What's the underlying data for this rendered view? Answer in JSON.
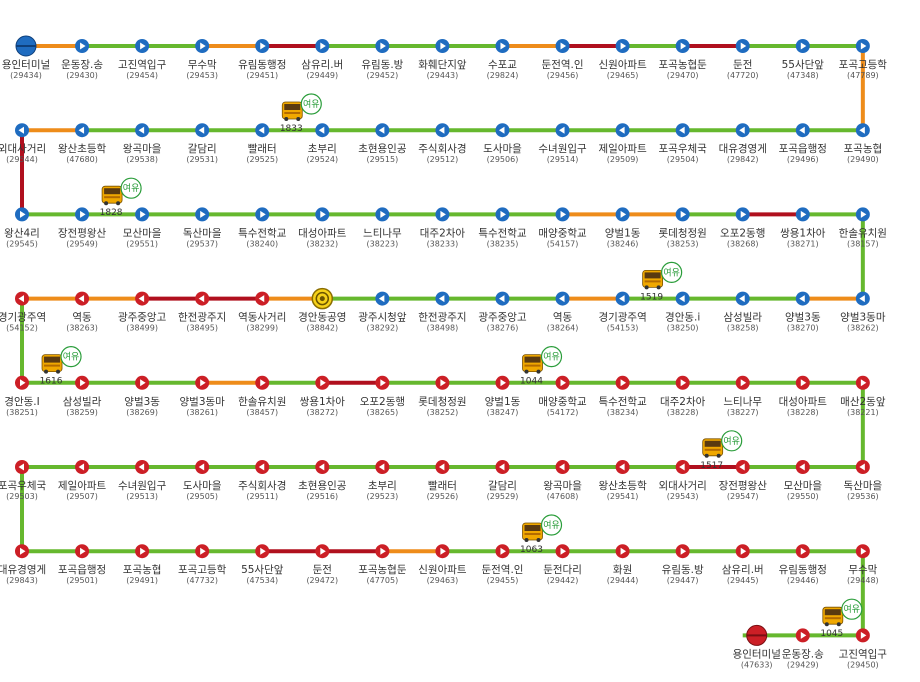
{
  "colors": {
    "green": "#66b82e",
    "orange": "#ee8c1a",
    "red": "#b0101e",
    "stop_blue": "#1f6cc0",
    "stop_red": "#cc1f26",
    "bus_body": "#f0a800",
    "tag_green": "#2a9d3a"
  },
  "rows": [
    {
      "direction": "right",
      "stops": [
        {
          "name": "용인터미널",
          "id": "(29434)",
          "type": "terminal"
        },
        {
          "name": "운동장.송",
          "id": "(29430)"
        },
        {
          "name": "고진역입구",
          "id": "(29454)"
        },
        {
          "name": "무수막",
          "id": "(29453)"
        },
        {
          "name": "유림동행정",
          "id": "(29451)"
        },
        {
          "name": "삼유리.버",
          "id": "(29449)"
        },
        {
          "name": "유림동.방",
          "id": "(29452)"
        },
        {
          "name": "화훼단지앞",
          "id": "(29443)"
        },
        {
          "name": "수포교",
          "id": "(29824)"
        },
        {
          "name": "둔전역.인",
          "id": "(29456)"
        },
        {
          "name": "신원아파트",
          "id": "(29465)"
        },
        {
          "name": "포곡농협둔",
          "id": "(29470)"
        },
        {
          "name": "둔전",
          "id": "(47720)"
        },
        {
          "name": "55사단앞",
          "id": "(47348)"
        },
        {
          "name": "포곡고등학",
          "id": "(47789)"
        }
      ],
      "segments": [
        "orange",
        "green",
        "green",
        "orange",
        "red",
        "green",
        "green",
        "green",
        "orange",
        "red",
        "green",
        "red",
        "green",
        "green"
      ]
    },
    {
      "direction": "left",
      "stops": [
        {
          "name": "외대사거리",
          "id": "(29544)"
        },
        {
          "name": "왕산초등학",
          "id": "(47680)"
        },
        {
          "name": "왕곡마을",
          "id": "(29538)"
        },
        {
          "name": "갈담리",
          "id": "(29531)"
        },
        {
          "name": "빨래터",
          "id": "(29525)"
        },
        {
          "name": "초부리",
          "id": "(29524)"
        },
        {
          "name": "초현용인공",
          "id": "(29515)"
        },
        {
          "name": "주식회사경",
          "id": "(29512)"
        },
        {
          "name": "도사마을",
          "id": "(29506)"
        },
        {
          "name": "수녀원입구",
          "id": "(29514)"
        },
        {
          "name": "제일아파트",
          "id": "(29509)"
        },
        {
          "name": "포곡우체국",
          "id": "(29504)"
        },
        {
          "name": "대유경영게",
          "id": "(29842)"
        },
        {
          "name": "포곡읍행정",
          "id": "(29496)"
        },
        {
          "name": "포곡농협",
          "id": "(29490)"
        }
      ],
      "segments": [
        "orange",
        "green",
        "green",
        "green",
        "green",
        "green",
        "green",
        "green",
        "green",
        "green",
        "green",
        "green",
        "green",
        "green"
      ]
    },
    {
      "direction": "right",
      "stops": [
        {
          "name": "왕산4리",
          "id": "(29545)"
        },
        {
          "name": "장전평왕산",
          "id": "(29549)"
        },
        {
          "name": "모산마을",
          "id": "(29551)"
        },
        {
          "name": "독산마을",
          "id": "(29537)"
        },
        {
          "name": "특수전학교",
          "id": "(38240)"
        },
        {
          "name": "대성아파트",
          "id": "(38232)"
        },
        {
          "name": "느티나무",
          "id": "(38223)"
        },
        {
          "name": "대주2차아",
          "id": "(38233)"
        },
        {
          "name": "특수전학교",
          "id": "(38235)"
        },
        {
          "name": "매양중학교",
          "id": "(54157)"
        },
        {
          "name": "양벌1동",
          "id": "(38246)"
        },
        {
          "name": "롯데청정원",
          "id": "(38253)"
        },
        {
          "name": "오포2동행",
          "id": "(38268)"
        },
        {
          "name": "쌍용1차아",
          "id": "(38271)"
        },
        {
          "name": "한솔유치원",
          "id": "(38157)"
        }
      ],
      "segments": [
        "green",
        "green",
        "green",
        "green",
        "green",
        "green",
        "green",
        "green",
        "green",
        "orange",
        "orange",
        "green",
        "red",
        "green"
      ]
    },
    {
      "direction": "left",
      "stops": [
        {
          "name": "경기광주역",
          "id": "(54152)",
          "type": "red"
        },
        {
          "name": "역동",
          "id": "(38263)",
          "type": "red"
        },
        {
          "name": "광주중앙고",
          "id": "(38499)",
          "type": "red"
        },
        {
          "name": "한전광주지",
          "id": "(38495)",
          "type": "red"
        },
        {
          "name": "역동사거리",
          "id": "(38299)",
          "type": "red"
        },
        {
          "name": "경안동공영",
          "id": "(38842)",
          "type": "turn"
        },
        {
          "name": "광주시청앞",
          "id": "(38292)"
        },
        {
          "name": "한전광주지",
          "id": "(38498)"
        },
        {
          "name": "광주중앙고",
          "id": "(38276)"
        },
        {
          "name": "역동",
          "id": "(38264)"
        },
        {
          "name": "경기광주역",
          "id": "(54153)"
        },
        {
          "name": "경안동.i",
          "id": "(38250)"
        },
        {
          "name": "삼성빌라",
          "id": "(38258)"
        },
        {
          "name": "양벌3동",
          "id": "(38270)"
        },
        {
          "name": "양벌3동마",
          "id": "(38262)"
        }
      ],
      "segments": [
        "orange",
        "orange",
        "red",
        "red",
        "orange",
        "green",
        "green",
        "green",
        "green",
        "orange",
        "green",
        "green",
        "green",
        "orange"
      ]
    },
    {
      "direction": "right",
      "stops": [
        {
          "name": "경안동.I",
          "id": "(38251)",
          "type": "red"
        },
        {
          "name": "삼성빌라",
          "id": "(38259)",
          "type": "red"
        },
        {
          "name": "양벌3동",
          "id": "(38269)",
          "type": "red"
        },
        {
          "name": "양벌3동마",
          "id": "(38261)",
          "type": "red"
        },
        {
          "name": "한솔유치원",
          "id": "(38457)",
          "type": "red"
        },
        {
          "name": "쌍용1차아",
          "id": "(38272)",
          "type": "red"
        },
        {
          "name": "오포2동행",
          "id": "(38265)",
          "type": "red"
        },
        {
          "name": "롯데청정원",
          "id": "(38252)",
          "type": "red"
        },
        {
          "name": "양벌1동",
          "id": "(38247)",
          "type": "red"
        },
        {
          "name": "매양중학교",
          "id": "(54172)",
          "type": "red"
        },
        {
          "name": "특수전학교",
          "id": "(38234)",
          "type": "red"
        },
        {
          "name": "대주2차아",
          "id": "(38228)",
          "type": "red"
        },
        {
          "name": "느티나무",
          "id": "(38227)",
          "type": "red"
        },
        {
          "name": "대성아파트",
          "id": "(38228)",
          "type": "red"
        },
        {
          "name": "매산2동앞",
          "id": "(38221)",
          "type": "red"
        }
      ],
      "segments": [
        "green",
        "green",
        "green",
        "orange",
        "green",
        "red",
        "green",
        "green",
        "green",
        "green",
        "green",
        "green",
        "green",
        "green"
      ]
    },
    {
      "direction": "left",
      "stops": [
        {
          "name": "포곡우체국",
          "id": "(29503)",
          "type": "red"
        },
        {
          "name": "제일아파트",
          "id": "(29507)",
          "type": "red"
        },
        {
          "name": "수녀원입구",
          "id": "(29513)",
          "type": "red"
        },
        {
          "name": "도사마을",
          "id": "(29505)",
          "type": "red"
        },
        {
          "name": "주식회사경",
          "id": "(29511)",
          "type": "red"
        },
        {
          "name": "초현용인공",
          "id": "(29516)",
          "type": "red"
        },
        {
          "name": "초부리",
          "id": "(29523)",
          "type": "red"
        },
        {
          "name": "빨래터",
          "id": "(29526)",
          "type": "red"
        },
        {
          "name": "갈담리",
          "id": "(29529)",
          "type": "red"
        },
        {
          "name": "왕곡마을",
          "id": "(47608)",
          "type": "red"
        },
        {
          "name": "왕산초등학",
          "id": "(29541)",
          "type": "red"
        },
        {
          "name": "외대사거리",
          "id": "(29543)",
          "type": "red"
        },
        {
          "name": "장전평왕산",
          "id": "(29547)",
          "type": "red"
        },
        {
          "name": "모산마을",
          "id": "(29550)",
          "type": "red"
        },
        {
          "name": "독산마을",
          "id": "(29536)",
          "type": "red"
        }
      ],
      "segments": [
        "green",
        "green",
        "green",
        "green",
        "green",
        "green",
        "green",
        "green",
        "green",
        "green",
        "green",
        "red",
        "green",
        "green"
      ]
    },
    {
      "direction": "right",
      "stops": [
        {
          "name": "대유경영게",
          "id": "(29843)",
          "type": "red"
        },
        {
          "name": "포곡읍행정",
          "id": "(29501)",
          "type": "red"
        },
        {
          "name": "포곡농협",
          "id": "(29491)",
          "type": "red"
        },
        {
          "name": "포곡고등학",
          "id": "(47732)",
          "type": "red"
        },
        {
          "name": "55사단앞",
          "id": "(47534)",
          "type": "red"
        },
        {
          "name": "둔전",
          "id": "(29472)",
          "type": "red"
        },
        {
          "name": "포곡농협둔",
          "id": "(47705)",
          "type": "red"
        },
        {
          "name": "신원아파트",
          "id": "(29463)",
          "type": "red"
        },
        {
          "name": "둔전역.인",
          "id": "(29455)",
          "type": "red"
        },
        {
          "name": "둔전다리",
          "id": "(29442)",
          "type": "red"
        },
        {
          "name": "화원",
          "id": "(29444)",
          "type": "red"
        },
        {
          "name": "유림동.방",
          "id": "(29447)",
          "type": "red"
        },
        {
          "name": "삼유리.버",
          "id": "(29445)",
          "type": "red"
        },
        {
          "name": "유림동행정",
          "id": "(29446)",
          "type": "red"
        },
        {
          "name": "무수막",
          "id": "(29448)",
          "type": "red"
        }
      ],
      "segments": [
        "green",
        "green",
        "green",
        "green",
        "red",
        "red",
        "orange",
        "green",
        "green",
        "green",
        "green",
        "green",
        "green",
        "green"
      ]
    },
    {
      "direction": "right",
      "offset": 12,
      "stops": [
        {
          "name": "용인터미널",
          "id": "(47633)",
          "type": "terminal_end"
        },
        {
          "name": "운동장.송",
          "id": "(29429)",
          "type": "red"
        },
        {
          "name": "고진역입구",
          "id": "(29450)",
          "type": "red"
        }
      ],
      "segments": [
        "green",
        "green"
      ]
    }
  ],
  "turns": [
    {
      "right_side": true,
      "color": "orange"
    },
    {
      "right_side": false,
      "color": "red"
    },
    {
      "right_side": true,
      "color": "green"
    },
    {
      "right_side": false,
      "color": "green"
    },
    {
      "right_side": true,
      "color": "green"
    },
    {
      "right_side": false,
      "color": "green"
    },
    {
      "right_side": true,
      "color": "green"
    }
  ],
  "buses": [
    {
      "number": "1833",
      "tag": "여유",
      "row": 0.5,
      "col": 4.5
    },
    {
      "number": "1828",
      "tag": "여유",
      "row": 1.5,
      "col": 1.5
    },
    {
      "number": "1519",
      "tag": "여유",
      "row": 2.5,
      "col": 10.5
    },
    {
      "number": "1616",
      "tag": "여유",
      "row": 3.5,
      "col": 0.5
    },
    {
      "number": "1044",
      "tag": "여유",
      "row": 3.5,
      "col": 8.5
    },
    {
      "number": "1517",
      "tag": "여유",
      "row": 4.5,
      "col": 11.5
    },
    {
      "number": "1063",
      "tag": "여유",
      "row": 5.5,
      "col": 8.5
    },
    {
      "number": "1045",
      "tag": "여유",
      "row": 6.5,
      "col": 13.5
    }
  ]
}
